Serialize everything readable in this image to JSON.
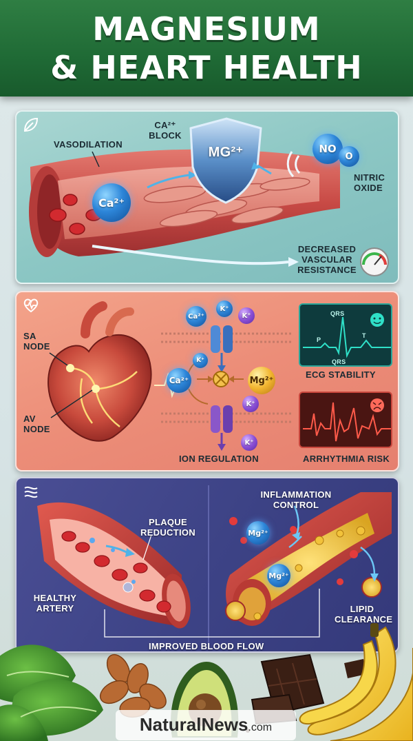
{
  "header": {
    "title_line1": "MAGNESIUM",
    "title_line2": "& HEART HEALTH"
  },
  "panel1": {
    "icon": "leaf-icon",
    "ca_block": "Ca²⁺ BLOCK",
    "vasodilation": "VASODILATION",
    "mg_shield": "Mg²⁺",
    "ca_ion": "Ca²⁺",
    "no_molecule": "NO",
    "no_o": "O",
    "nitric_oxide": "NITRIC OXIDE",
    "decreased": "DECREASED VASCULAR RESISTANCE",
    "gauge_icon": "gauge-icon"
  },
  "panel2": {
    "icon": "heart-pulse-icon",
    "sa_node": "SA NODE",
    "av_node": "AV NODE",
    "ca_top": "Ca²⁺",
    "k_top1": "K⁺",
    "k_top2": "K⁺",
    "k_mid": "K⁺",
    "ca_mid": "Ca²⁺",
    "mg_mid": "Mg²⁺",
    "k_low1": "K⁺",
    "k_low2": "K⁺",
    "ion_regulation": "ION REGULATION",
    "qrs_top": "QRS",
    "p_wave": "P",
    "t_wave": "T",
    "qrs_bottom": "QRS",
    "ecg_stability": "ECG STABILITY",
    "arrhythmia_risk": "ARRHYTHMIA RISK",
    "colors": {
      "ecg_good": "#2fe0c8",
      "ecg_bad": "#ff5a4a"
    }
  },
  "panel3": {
    "icon": "flow-icon",
    "plaque_reduction": "PLAQUE REDUCTION",
    "healthy_artery": "HEALTHY ARTERY",
    "inflammation_control": "INFLAMMATION CONTROL",
    "mg_ion1": "Mg²⁺",
    "mg_ion2": "Mg²⁺",
    "lipid_clearance": "LIPID CLEARANCE",
    "improved_flow": "IMPROVED BLOOD FLOW"
  },
  "footer": {
    "foods": [
      "spinach",
      "almonds",
      "avocado",
      "dark chocolate",
      "bananas"
    ],
    "brand_main": "NaturalNews",
    "brand_suffix": ".com"
  }
}
